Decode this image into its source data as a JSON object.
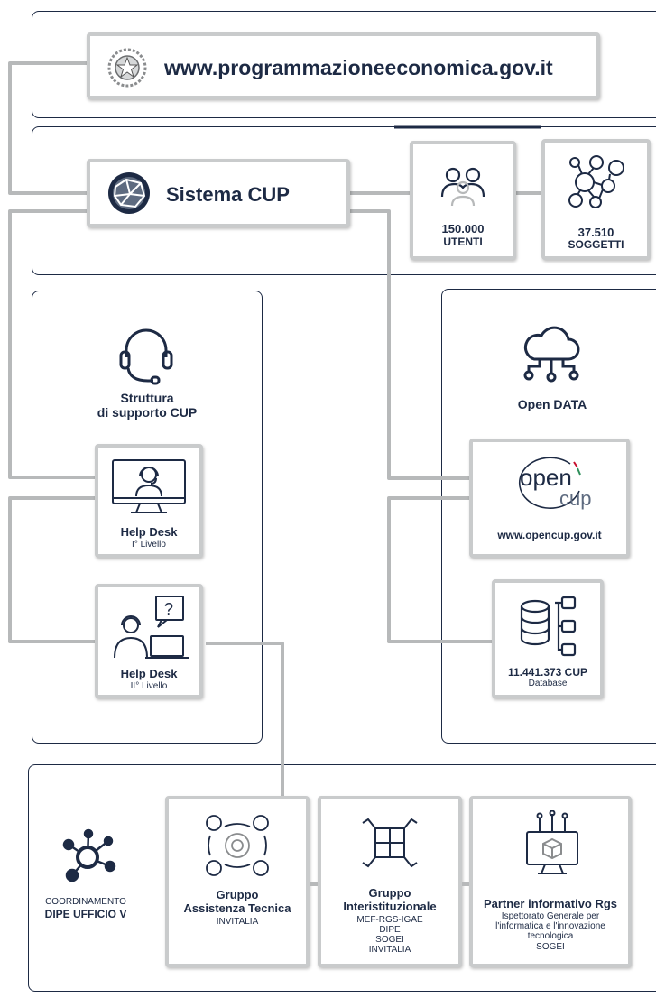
{
  "header": {
    "url": "www.programmazioneeconomica.gov.it"
  },
  "cup_system": {
    "title": "Sistema CUP"
  },
  "stats": {
    "users": {
      "value": "150.000",
      "label": "UTENTI"
    },
    "subjects": {
      "value": "37.510",
      "label": "SOGGETTI"
    }
  },
  "support": {
    "title_line1": "Struttura",
    "title_line2": "di supporto CUP",
    "helpdesk1": {
      "title": "Help Desk",
      "level": "I° Livello"
    },
    "helpdesk2": {
      "title": "Help Desk",
      "level": "II° Livello"
    }
  },
  "open_data": {
    "title": "Open DATA",
    "logo_top": "open",
    "logo_bottom": "cup",
    "url": "www.opencup.gov.it",
    "db_value": "11.441.373 CUP",
    "db_label": "Database"
  },
  "coordination": {
    "label_line1": "COORDINAMENTO",
    "label_line2": "DIPE UFFICIO V",
    "group1": {
      "title_line1": "Gruppo",
      "title_line2": "Assistenza Tecnica",
      "sub": "INVITALIA"
    },
    "group2": {
      "title_line1": "Gruppo",
      "title_line2": "Interistituzionale",
      "members": [
        "MEF-RGS-IGAE",
        "DIPE",
        "SOGEI",
        "INVITALIA"
      ]
    },
    "group3": {
      "title": "Partner informativo Rgs",
      "desc_lines": [
        "Ispettorato Generale per",
        "l'informatica e l'innovazione",
        "tecnologica"
      ],
      "sub": "SOGEI"
    }
  },
  "colors": {
    "navy": "#1d2a44",
    "connector": "#b7b9ba",
    "accent_red": "#c8102e",
    "accent_green": "#2f8f5b"
  }
}
